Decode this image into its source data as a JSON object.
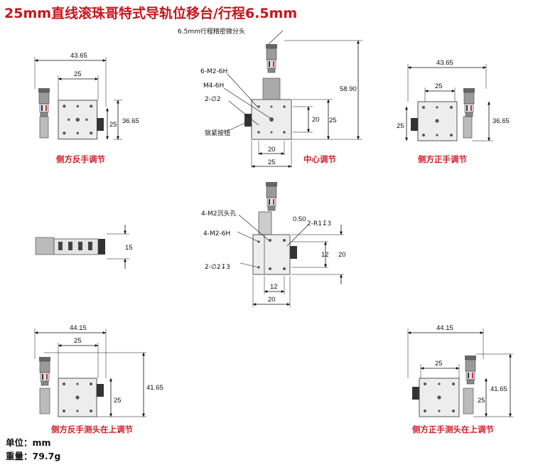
{
  "title": "25mm直线滚珠哥特式导轨位移台/行程6.5mm",
  "captions": {
    "tl": "侧方反手调节",
    "tc": "中心调节",
    "tr": "侧方正手调节",
    "bl": "侧方反手测头在上调节",
    "br": "侧方正手测头在上调节"
  },
  "callouts": {
    "micrometer": "6.5mm行程精密微分头",
    "m2_6h_top": "6-M2-6H",
    "m4_6h": "M4-6H",
    "phi2_top": "2-∅2",
    "lock_knob": "锁紧按钮",
    "m2_counterbore": "4-M2沉头孔",
    "m2_6h_mid": "4-M2-6H",
    "phi2_mid": "2-∅2↧3",
    "r1": "2-R1↧3",
    "gap": "0.50"
  },
  "dims": {
    "tl_w": "43.65",
    "tl_inner": "25",
    "tl_h": "36.65",
    "tl_h2": "25",
    "tc_h": "58.90",
    "tc_20": "20",
    "tc_25": "25",
    "tc_w20": "20",
    "tc_w25": "25",
    "tr_w": "43.65",
    "tr_inner": "25",
    "tr_h2": "25",
    "tr_h": "36.65",
    "side_h": "15",
    "mid_12": "12",
    "mid_20": "20",
    "mid_w12": "12",
    "mid_w20": "20",
    "bl_w": "44.15",
    "bl_inner": "25",
    "bl_h": "41.65",
    "bl_h2": "25",
    "br_w": "44.15",
    "br_inner": "25",
    "br_h": "41.65",
    "br_h2": "25"
  },
  "spec": {
    "unit": "单位：mm",
    "weight": "重量：79.7g"
  }
}
